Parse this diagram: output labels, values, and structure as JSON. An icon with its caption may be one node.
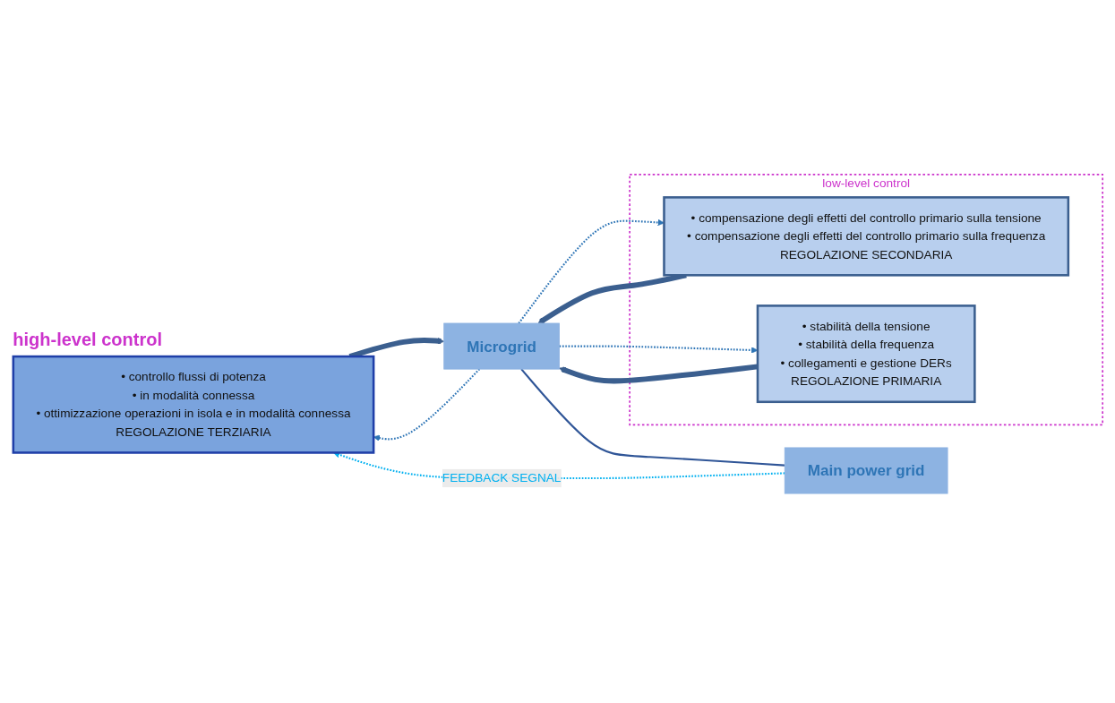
{
  "diagram": {
    "nodes": [
      {
        "text": [
          "• controllo flussi di potenza",
          "• in modalità connessa",
          "• ottimizzazione operazioni in isola e in modalità connessa",
          "REGOLAZIONE TERZIARIA"
        ],
        "beside": [
          "high-level control"
        ]
      },
      {
        "text": [
          "low-level control"
        ]
      },
      {
        "text": [
          "• compensazione degli effetti del controllo primario sulla tensione",
          "• compensazione degli effetti del controllo primario sulla frequenza",
          "REGOLAZIONE SECONDARIA"
        ],
        "in": 1
      },
      {
        "text": [
          "• stabilità della tensione",
          "• stabilità della frequenza",
          "• collegamenti e gestione DERs",
          "REGOLAZIONE PRIMARIA"
        ],
        "in": 1
      },
      {
        "text": [
          "Microgrid"
        ]
      },
      {
        "text": [
          "Main power grid"
        ]
      }
    ],
    "edges": [
      {
        "from": 5,
        "to": 0,
        "arrow": "to",
        "style": "dashed",
        "color": "#00b0f0",
        "label": "FEEDBACK SEGNAL"
      },
      {
        "from": 0,
        "to": 4,
        "arrow": "to",
        "style": "thick"
      },
      {
        "from": 4,
        "to": 0,
        "arrow": "to",
        "style": "dashed"
      },
      {
        "from": 2,
        "to": 4,
        "arrow": "to",
        "style": "thick"
      },
      {
        "from": 4,
        "to": 2,
        "arrow": "to",
        "style": "dashed"
      },
      {
        "from": 3,
        "to": 4,
        "arrow": "to",
        "style": "thick"
      },
      {
        "from": 4,
        "to": 3,
        "arrow": "to",
        "style": "dashed"
      },
      {
        "from": 4,
        "to": 5,
        "arrow": "none"
      }
    ]
  }
}
